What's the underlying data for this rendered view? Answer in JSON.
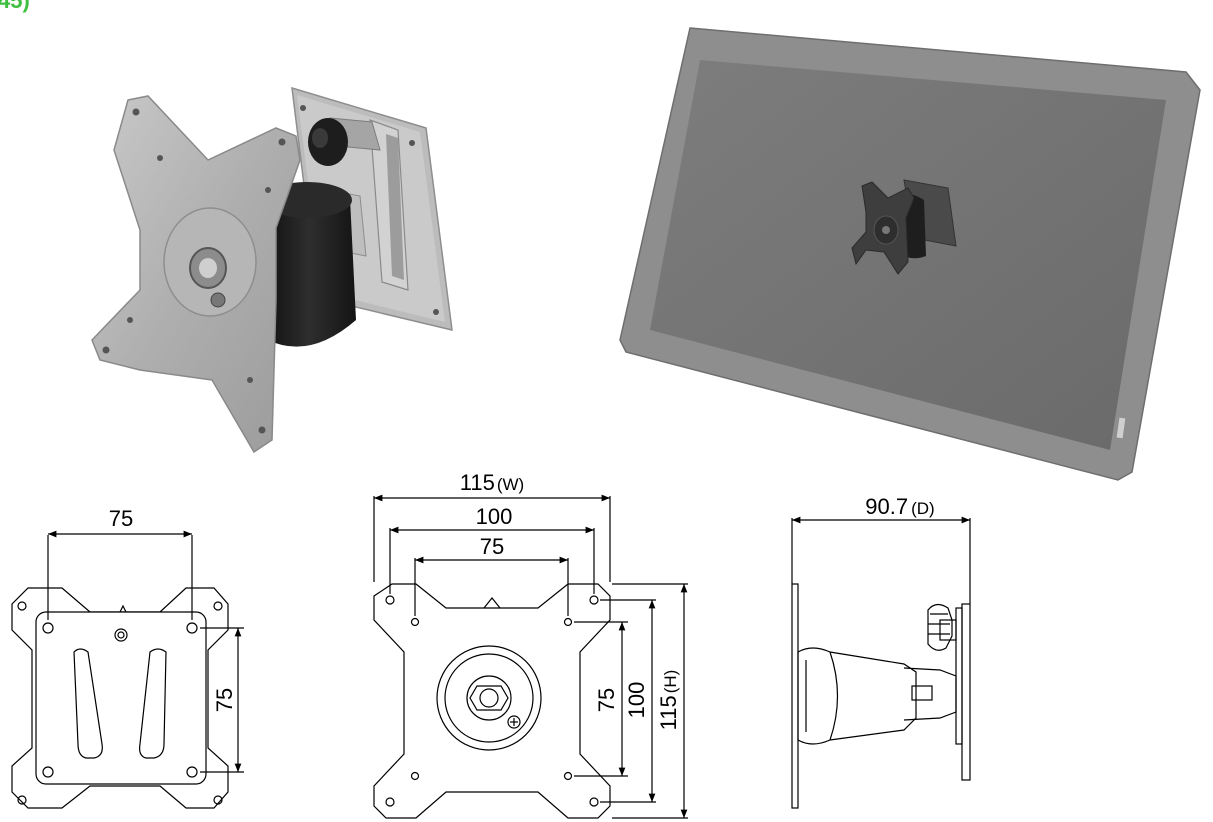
{
  "corner_fragment": "45)",
  "colors": {
    "accent_green": "#3fbf3f",
    "plate_silver": "#b4b4b4",
    "plate_edge": "#8e8e8e",
    "hub_black": "#1c1c1c",
    "monitor_frame": "#8a8a8a",
    "monitor_screen": "#767676",
    "line": "#000000"
  },
  "icons": {
    "product_render": "vesa-mount-render",
    "monitor_render": "monitor-with-mount-render",
    "front_drawing": "front-view-drawing",
    "back_drawing": "back-view-drawing",
    "side_drawing": "side-view-drawing"
  },
  "drawing1": {
    "width_label": "75",
    "height_label": "75"
  },
  "drawing2": {
    "outer_width_num": "115",
    "outer_width_unit": "(W)",
    "mid_width_label": "100",
    "inner_width_label": "75",
    "inner_height_label": "75",
    "mid_height_label": "100",
    "outer_height_num": "115",
    "outer_height_unit": "(H)"
  },
  "drawing3": {
    "depth_num": "90.7",
    "depth_unit": "(D)"
  }
}
